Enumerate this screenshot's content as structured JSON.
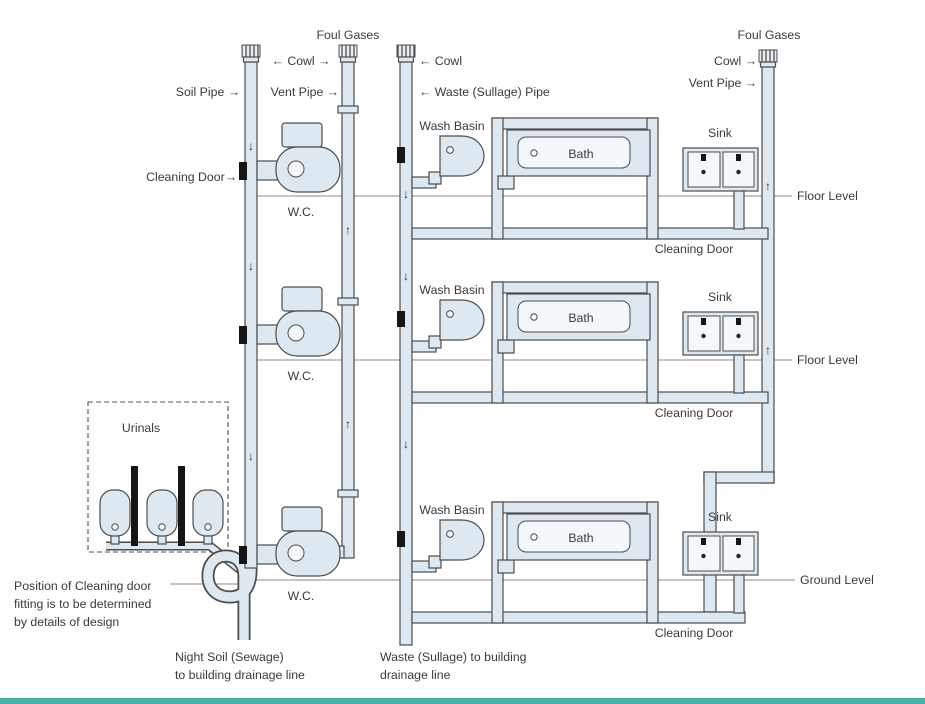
{
  "diagram": {
    "colors": {
      "pipe_fill": "#dde8f1",
      "pipe_stroke": "#4d4d4d",
      "fixture_inner": "#f4f8fb",
      "accent_bar": "#45b1a7"
    },
    "icons": {
      "down_arrow": "↓",
      "up_arrow": "↑"
    },
    "top": {
      "foul_gases_left": "Foul Gases",
      "foul_gases_right": "Foul Gases",
      "cowl_pair": "← Cowl →",
      "cowl_mid": "← Cowl",
      "cowl_right": "Cowl →",
      "soil_pipe": "Soil Pipe →",
      "vent_pipe_left": "Vent Pipe →",
      "vent_pipe_right": "Vent Pipe →",
      "waste_pipe": "← Waste (Sullage) Pipe"
    },
    "left": {
      "cleaning_door": "Cleaning Door→",
      "urinals": "Urinals",
      "note_line1": "Position of Cleaning door",
      "note_line2": "fitting is to be determined",
      "note_line3": "by details of design"
    },
    "floors": [
      {
        "wash_basin": "Wash Basin",
        "bath": "Bath",
        "sink": "Sink",
        "wc": "W.C.",
        "cleaning_door": "Cleaning Door",
        "level": "Floor Level"
      },
      {
        "wash_basin": "Wash Basin",
        "bath": "Bath",
        "sink": "Sink",
        "wc": "W.C.",
        "cleaning_door": "Cleaning Door",
        "level": "Floor Level"
      },
      {
        "wash_basin": "Wash Basin",
        "bath": "Bath",
        "sink": "Sink",
        "wc": "W.C.",
        "cleaning_door": "Cleaning Door",
        "level": "Ground Level"
      }
    ],
    "bottom": {
      "night_soil_line1": "Night Soil (Sewage)",
      "night_soil_line2": "to building drainage line",
      "waste_line1": "Waste (Sullage) to building",
      "waste_line2": "drainage line"
    }
  }
}
